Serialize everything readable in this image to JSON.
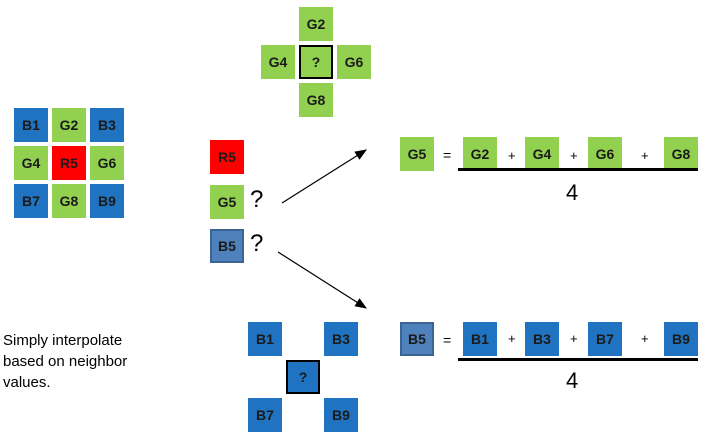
{
  "bayer_grid": {
    "cells": [
      "B1",
      "G2",
      "B3",
      "G4",
      "R5",
      "G6",
      "B7",
      "G8",
      "B9"
    ]
  },
  "green_cross": {
    "top": "G2",
    "left": "G4",
    "center": "?",
    "right": "G6",
    "bottom": "G8"
  },
  "unknowns": {
    "r5": "R5",
    "g5": "G5",
    "g5_mark": "?",
    "b5": "B5",
    "b5_mark": "?"
  },
  "blue_corners": {
    "top_left": "B1",
    "top_right": "B3",
    "center": "?",
    "bottom_left": "B7",
    "bottom_right": "B9"
  },
  "green_equation": {
    "lhs": "G5",
    "equals": "=",
    "terms": [
      "G2",
      "G4",
      "G6",
      "G8"
    ],
    "plus": "+",
    "denominator": "4"
  },
  "blue_equation": {
    "lhs": "B5",
    "equals": "=",
    "terms": [
      "B1",
      "B3",
      "B7",
      "B9"
    ],
    "plus": "+",
    "denominator": "4"
  },
  "note": {
    "lines": [
      "Simply interpolate",
      "based on neighbor",
      "values."
    ]
  },
  "colors": {
    "green": "#92d050",
    "blue": "#1f73c0",
    "red": "#ff0000",
    "light_blue": "#4f81bd"
  }
}
